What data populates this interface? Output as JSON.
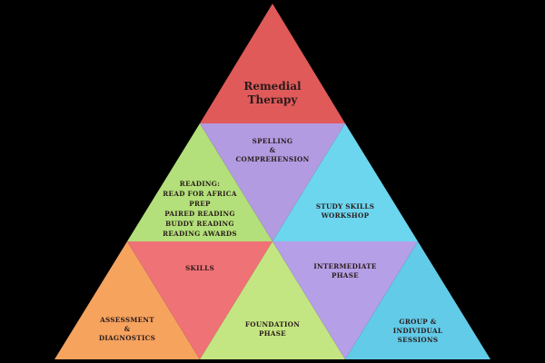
{
  "colors": {
    "background": "#000000",
    "red": "#e05a5a",
    "green": "#b3e07a",
    "purple": "#b29be0",
    "cyan": "#6cd6ee",
    "orange": "#f6a35e",
    "pink": "#ef7276",
    "lime": "#c4e682",
    "lavender": "#b59fe6",
    "sky": "#62cbe8"
  },
  "segments": {
    "top": {
      "line1": "Remedial",
      "line2": "Therapy"
    },
    "spelling": {
      "line1": "SPELLING",
      "line2": "&",
      "line3": "COMPREHENSION"
    },
    "reading": {
      "line1": "READING:",
      "line2": "READ FOR AFRICA",
      "line3": "PREP",
      "line4": "PAIRED READING",
      "line5": "BUDDY READING",
      "line6": "READING AWARDS"
    },
    "study_skills": {
      "line1": "STUDY SKILLS",
      "line2": "WORKSHOP"
    },
    "skills": {
      "line1": "SKILLS"
    },
    "intermediate": {
      "line1": "INTERMEDIATE",
      "line2": "PHASE"
    },
    "assessment": {
      "line1": "ASSESSMENT",
      "line2": "&",
      "line3": "DIAGNOSTICS"
    },
    "foundation": {
      "line1": "FOUNDATION",
      "line2": "PHASE"
    },
    "group": {
      "line1": "GROUP &",
      "line2": "INDIVIDUAL",
      "line3": "SESSIONS"
    }
  }
}
